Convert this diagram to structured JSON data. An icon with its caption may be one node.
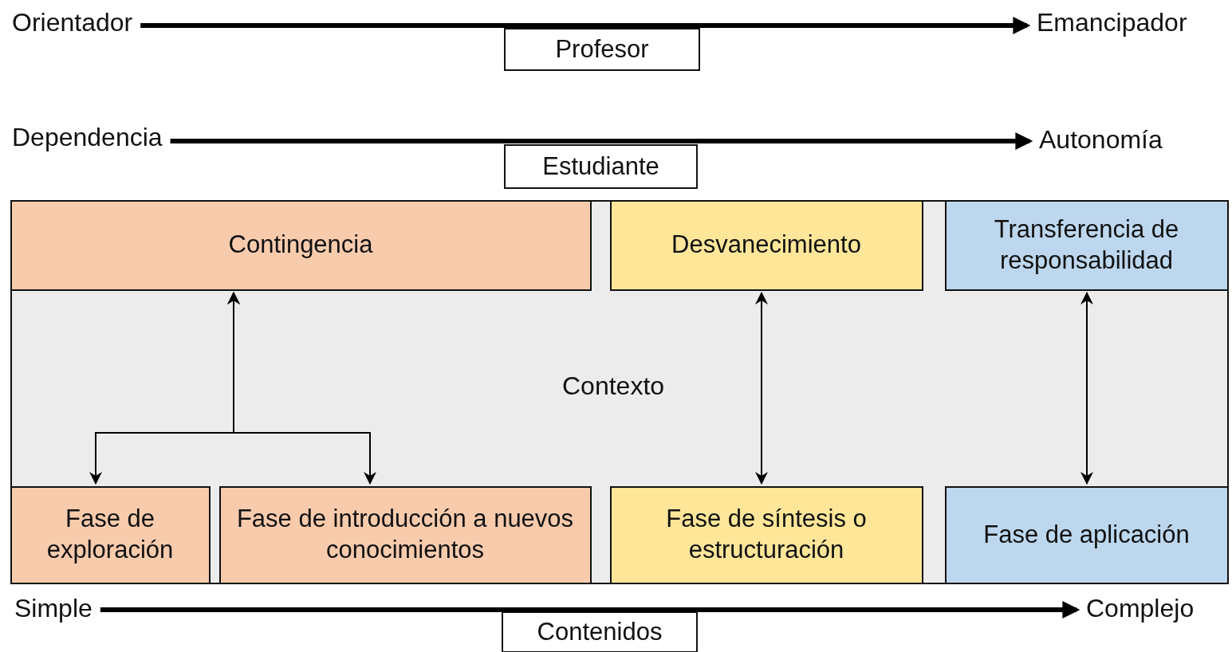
{
  "diagram": {
    "nodes": [
      {
        "text": [
          "Orientador"
        ]
      },
      {
        "text": [
          "Emancipador"
        ]
      },
      {
        "text": [
          "Profesor"
        ]
      },
      {
        "text": [
          "Dependencia"
        ]
      },
      {
        "text": [
          "Autonomía"
        ]
      },
      {
        "text": [
          "Estudiante"
        ]
      },
      {
        "text": [
          "Contexto"
        ]
      },
      {
        "text": [
          "Contingencia"
        ],
        "in": 6
      },
      {
        "text": [
          "Desvanecimiento"
        ],
        "in": 6
      },
      {
        "text": [
          "Transferencia de responsabilidad"
        ],
        "in": 6
      },
      {
        "text": [
          "Fase de exploración"
        ],
        "in": 6
      },
      {
        "text": [
          "Fase de introducción a nuevos conocimientos"
        ],
        "in": 6
      },
      {
        "text": [
          "Fase de síntesis o estructuración"
        ],
        "in": 6
      },
      {
        "text": [
          "Fase de aplicación"
        ],
        "in": 6
      },
      {
        "text": [
          "Simple"
        ]
      },
      {
        "text": [
          "Complejo"
        ]
      },
      {
        "text": [
          "Contenidos"
        ]
      }
    ],
    "edges": [
      {
        "from": 0,
        "to": 1,
        "arrow": "to",
        "style": "thick"
      },
      {
        "from": 3,
        "to": 4,
        "arrow": "to",
        "style": "thick"
      },
      {
        "from": 14,
        "to": 15,
        "arrow": "to",
        "style": "thick"
      },
      {
        "from": 7,
        "to": 10,
        "arrow": "both"
      },
      {
        "from": 7,
        "to": 11,
        "arrow": "both"
      },
      {
        "from": 8,
        "to": 12,
        "arrow": "both"
      },
      {
        "from": 9,
        "to": 13,
        "arrow": "both"
      }
    ]
  }
}
